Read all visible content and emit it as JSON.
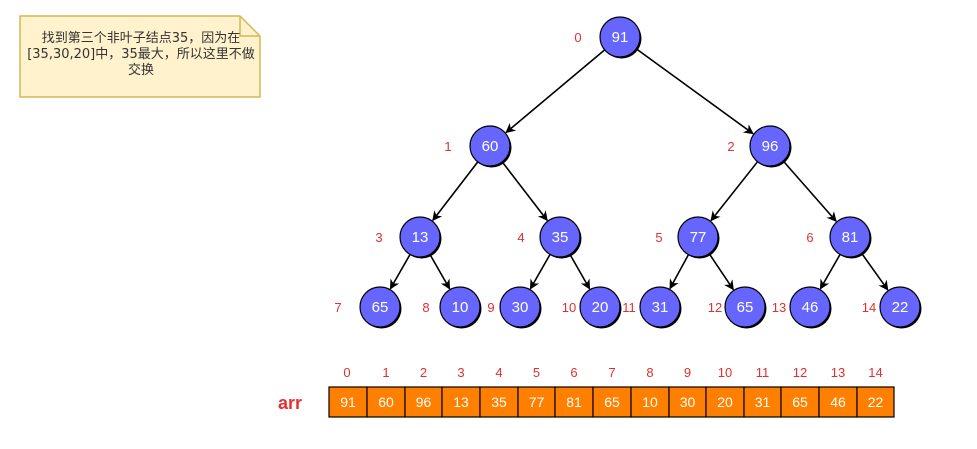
{
  "note": {
    "text": "找到第三个非叶子结点35，因为在[35,30,20]中，35最大，所以这里不做交换"
  },
  "tree": {
    "nodes": [
      {
        "index": "0",
        "value": "91"
      },
      {
        "index": "1",
        "value": "60"
      },
      {
        "index": "2",
        "value": "96"
      },
      {
        "index": "3",
        "value": "13"
      },
      {
        "index": "4",
        "value": "35"
      },
      {
        "index": "5",
        "value": "77"
      },
      {
        "index": "6",
        "value": "81"
      },
      {
        "index": "7",
        "value": "65"
      },
      {
        "index": "8",
        "value": "10"
      },
      {
        "index": "9",
        "value": "30"
      },
      {
        "index": "10",
        "value": "20"
      },
      {
        "index": "11",
        "value": "31"
      },
      {
        "index": "12",
        "value": "65"
      },
      {
        "index": "13",
        "value": "46"
      },
      {
        "index": "14",
        "value": "22"
      }
    ]
  },
  "array": {
    "label": "arr",
    "indices": [
      "0",
      "1",
      "2",
      "3",
      "4",
      "5",
      "6",
      "7",
      "8",
      "9",
      "10",
      "11",
      "12",
      "13",
      "14"
    ],
    "values": [
      "91",
      "60",
      "96",
      "13",
      "35",
      "77",
      "81",
      "65",
      "10",
      "30",
      "20",
      "31",
      "65",
      "46",
      "22"
    ]
  },
  "colors": {
    "node_fill": "#6666ff",
    "node_stroke": "#000000",
    "cell_fill": "#ff8000",
    "index_text": "#e03030",
    "note_fill": "#fff2cc",
    "note_stroke": "#d6b656"
  }
}
